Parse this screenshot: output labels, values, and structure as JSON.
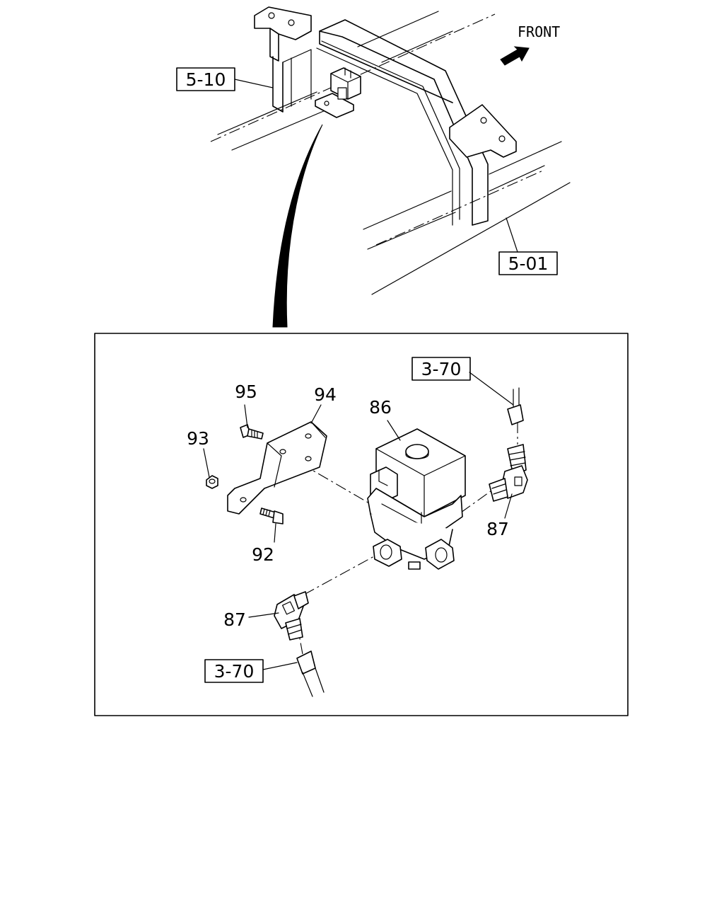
{
  "orientation": {
    "label": "FRONT"
  },
  "references": {
    "frame_bracket": "5-10",
    "frame_side_rail": "5-01",
    "pipe_upper": "3-70",
    "pipe_lower": "3-70"
  },
  "callouts": {
    "valve": "86",
    "elbow_right": "87",
    "elbow_left": "87",
    "bolt_lower": "92",
    "nut": "93",
    "bracket": "94",
    "bolt_upper": "95"
  }
}
